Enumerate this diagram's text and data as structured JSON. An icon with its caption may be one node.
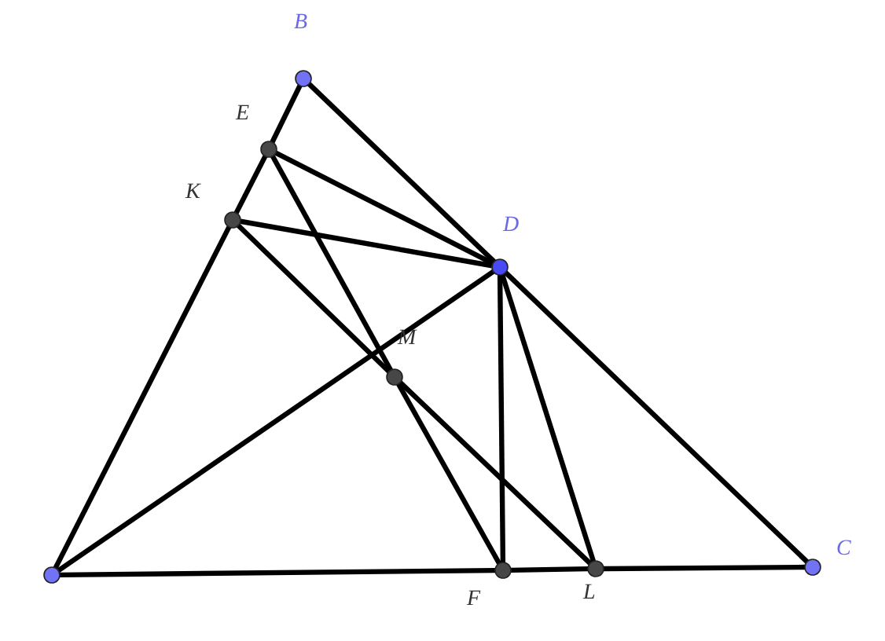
{
  "diagram": {
    "nodes": [
      {
        "text": [],
        "shape": "circle",
        "beside": [
          "B"
        ]
      },
      {
        "text": [],
        "shape": "circle",
        "beside": [
          "E"
        ]
      },
      {
        "text": [],
        "shape": "circle",
        "beside": [
          "K"
        ]
      },
      {
        "text": [],
        "shape": "circle",
        "beside": [
          "D"
        ]
      },
      {
        "text": [],
        "shape": "circle",
        "beside": [
          "M"
        ]
      },
      {
        "text": [],
        "shape": "circle"
      },
      {
        "text": [],
        "shape": "circle",
        "beside": [
          "F"
        ]
      },
      {
        "text": [],
        "shape": "circle",
        "beside": [
          "L"
        ]
      },
      {
        "text": [],
        "shape": "circle",
        "beside": [
          "C"
        ]
      }
    ],
    "edges": [
      {
        "from": 5,
        "to": 2,
        "arrow": "none"
      },
      {
        "from": 2,
        "to": 1,
        "arrow": "none"
      },
      {
        "from": 1,
        "to": 0,
        "arrow": "none"
      },
      {
        "from": 0,
        "to": 3,
        "arrow": "none"
      },
      {
        "from": 3,
        "to": 8,
        "arrow": "none"
      },
      {
        "from": 5,
        "to": 6,
        "arrow": "none"
      },
      {
        "from": 6,
        "to": 7,
        "arrow": "none"
      },
      {
        "from": 7,
        "to": 8,
        "arrow": "none"
      },
      {
        "from": 1,
        "to": 3,
        "arrow": "none"
      },
      {
        "from": 2,
        "to": 3,
        "arrow": "none"
      },
      {
        "from": 5,
        "to": 3,
        "arrow": "none"
      },
      {
        "from": 1,
        "to": 4,
        "arrow": "none"
      },
      {
        "from": 4,
        "to": 6,
        "arrow": "none"
      },
      {
        "from": 2,
        "to": 4,
        "arrow": "none"
      },
      {
        "from": 4,
        "to": 7,
        "arrow": "none"
      },
      {
        "from": 3,
        "to": 6,
        "arrow": "none"
      },
      {
        "from": 3,
        "to": 7,
        "arrow": "none"
      }
    ]
  }
}
